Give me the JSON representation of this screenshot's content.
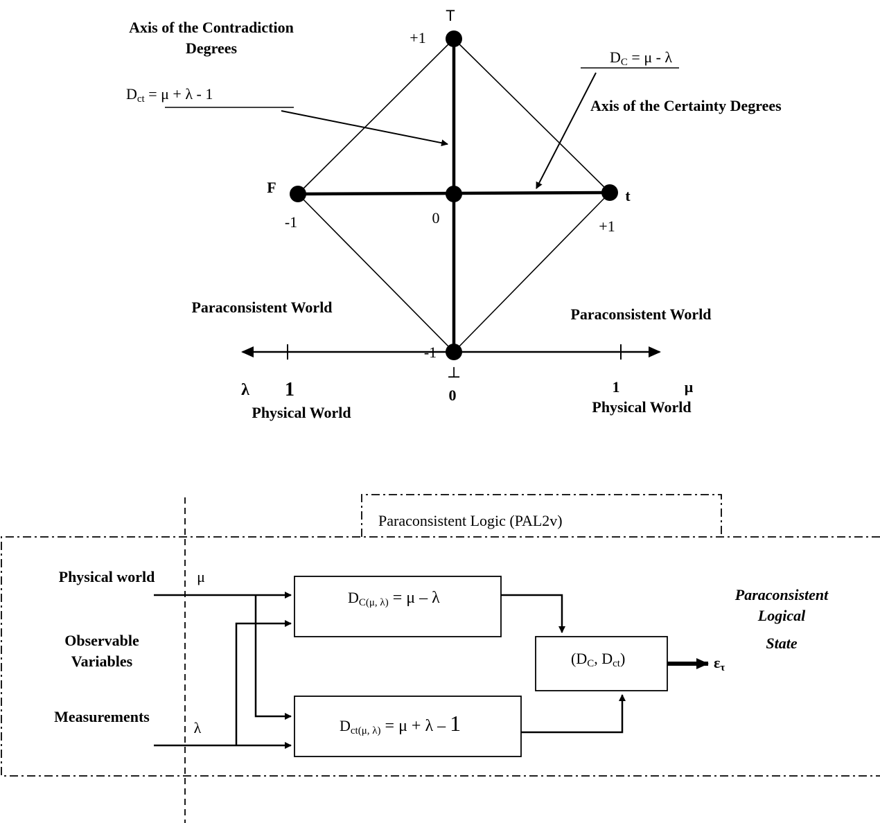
{
  "top_diagram": {
    "vertex_top": "T",
    "vertex_left": "F",
    "vertex_right": "t",
    "vertex_bottom": "⊥",
    "tick_top": "+1",
    "tick_left": "-1",
    "tick_center": "0",
    "tick_right": "+1",
    "tick_bottom": "-1",
    "axis_contradiction_line1": "Axis of the Contradiction",
    "axis_contradiction_line2": "Degrees",
    "axis_certainty": "Axis of the Certainty Degrees",
    "formula_dct": {
      "main": "D",
      "sub": "ct",
      "rest": " = μ + λ - 1"
    },
    "formula_dc": {
      "main": "D",
      "sub": "C",
      "rest": " = μ - λ"
    },
    "paraconsistent_left": "Paraconsistent World",
    "paraconsistent_right": "Paraconsistent World",
    "lambda": "λ",
    "lambda_one": "1",
    "mu": "μ",
    "mu_one": "1",
    "origin_zero": "0",
    "physical_left": "Physical World",
    "physical_right": "Physical World"
  },
  "bottom_diagram": {
    "pal2v": "Paraconsistent Logic (PAL2v)",
    "physical_world": "Physical world",
    "observable_line1": "Observable",
    "observable_line2": "Variables",
    "measurements": "Measurements",
    "mu": "μ",
    "lambda": "λ",
    "box_dc": {
      "main": "D",
      "sub": "C(μ, λ)",
      "rest": " = μ – λ"
    },
    "box_dct": {
      "main": "D",
      "sub": "ct(μ, λ)",
      "rest": " = μ + λ – ",
      "one": "1"
    },
    "box_state": {
      "open": "(D",
      "sub1": "C",
      "mid": ", D",
      "sub2": "ct",
      "close": ")"
    },
    "state_line1": "Paraconsistent",
    "state_line2": "Logical",
    "state_line3": "State",
    "output": {
      "main": "ε",
      "sub": "τ"
    }
  }
}
